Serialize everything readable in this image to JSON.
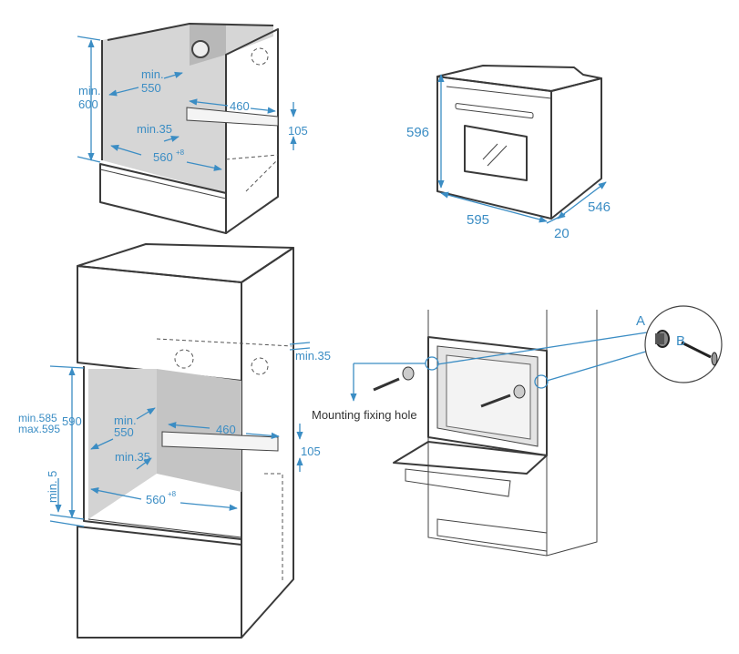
{
  "colors": {
    "dimension": "#3b8dc4",
    "panel_light": "#d3d3d3",
    "panel_dark": "#b3b3b3",
    "outline": "#3a3a3a"
  },
  "under_counter": {
    "height": "min.\n600",
    "height_l1": "min.",
    "height_l2": "600",
    "depth_l1": "min.",
    "depth_l2": "550",
    "vent_width": "460",
    "vent_height": "105",
    "back_gap": "min.35",
    "width": "560",
    "width_tolerance": "+8"
  },
  "oven": {
    "height": "596",
    "width": "595",
    "depth": "546",
    "door_depth": "20"
  },
  "tall_unit": {
    "top_gap": "min.35",
    "niche_range_min": "min.585",
    "niche_range_max": "max.595",
    "niche_height": "590",
    "depth_l1": "min.",
    "depth_l2": "550",
    "vent_width": "460",
    "vent_height": "105",
    "back_gap": "min.35",
    "width": "560",
    "width_tolerance": "+8",
    "bottom_gap": "min. 5"
  },
  "mounting": {
    "hole_label": "Mounting fixing hole",
    "part_a": "A",
    "part_b": "B"
  }
}
